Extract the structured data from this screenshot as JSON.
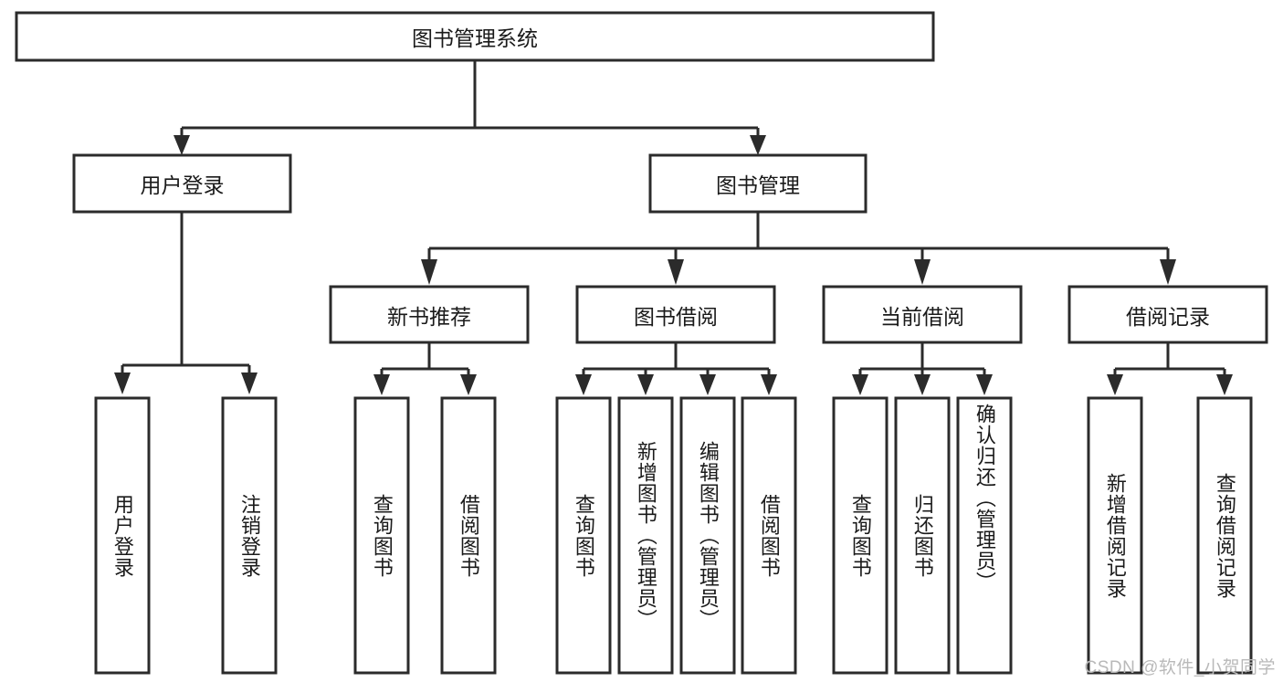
{
  "diagram": {
    "title": "图书管理系统",
    "watermark": "CSDN @软件_小贺同学",
    "type": "hierarchy-tree",
    "orientation": "top-down",
    "box_fill": "#ffffff",
    "box_stroke": "#2b2b2b",
    "text_color": "#1a1a1a",
    "levels": [
      {
        "level": 1,
        "nodes": [
          {
            "id": "root",
            "label": "图书管理系统",
            "text_orientation": "horizontal"
          }
        ]
      },
      {
        "level": 2,
        "nodes": [
          {
            "id": "login",
            "label": "用户登录",
            "parent": "root",
            "text_orientation": "horizontal"
          },
          {
            "id": "book-mgmt",
            "label": "图书管理",
            "parent": "root",
            "text_orientation": "horizontal"
          }
        ]
      },
      {
        "level": 3,
        "nodes": [
          {
            "id": "new-book-rec",
            "label": "新书推荐",
            "parent": "book-mgmt",
            "text_orientation": "horizontal"
          },
          {
            "id": "book-borrow",
            "label": "图书借阅",
            "parent": "book-mgmt",
            "text_orientation": "horizontal"
          },
          {
            "id": "current-borrow",
            "label": "当前借阅",
            "parent": "book-mgmt",
            "text_orientation": "horizontal"
          },
          {
            "id": "borrow-record",
            "label": "借阅记录",
            "parent": "book-mgmt",
            "text_orientation": "horizontal"
          }
        ]
      },
      {
        "level": 4,
        "nodes": [
          {
            "id": "leaf-1",
            "label": "用户登录",
            "parent": "login",
            "text_orientation": "vertical"
          },
          {
            "id": "leaf-2",
            "label": "注销登录",
            "parent": "login",
            "text_orientation": "vertical"
          },
          {
            "id": "leaf-3",
            "label": "查询图书",
            "parent": "new-book-rec",
            "text_orientation": "vertical"
          },
          {
            "id": "leaf-4",
            "label": "借阅图书",
            "parent": "new-book-rec",
            "text_orientation": "vertical"
          },
          {
            "id": "leaf-5",
            "label": "查询图书",
            "parent": "book-borrow",
            "text_orientation": "vertical"
          },
          {
            "id": "leaf-6",
            "label": "新增图书（管理员）",
            "parent": "book-borrow",
            "text_orientation": "vertical"
          },
          {
            "id": "leaf-7",
            "label": "编辑图书（管理员）",
            "parent": "book-borrow",
            "text_orientation": "vertical"
          },
          {
            "id": "leaf-8",
            "label": "借阅图书",
            "parent": "book-borrow",
            "text_orientation": "vertical"
          },
          {
            "id": "leaf-9",
            "label": "查询图书",
            "parent": "current-borrow",
            "text_orientation": "vertical"
          },
          {
            "id": "leaf-10",
            "label": "归还图书",
            "parent": "current-borrow",
            "text_orientation": "vertical"
          },
          {
            "id": "leaf-11",
            "label": "确认归还（管理员）",
            "parent": "current-borrow",
            "text_orientation": "vertical"
          },
          {
            "id": "leaf-12",
            "label": "新增借阅记录",
            "parent": "borrow-record",
            "text_orientation": "vertical"
          },
          {
            "id": "leaf-13",
            "label": "查询借阅记录",
            "parent": "borrow-record",
            "text_orientation": "vertical"
          }
        ]
      }
    ]
  }
}
